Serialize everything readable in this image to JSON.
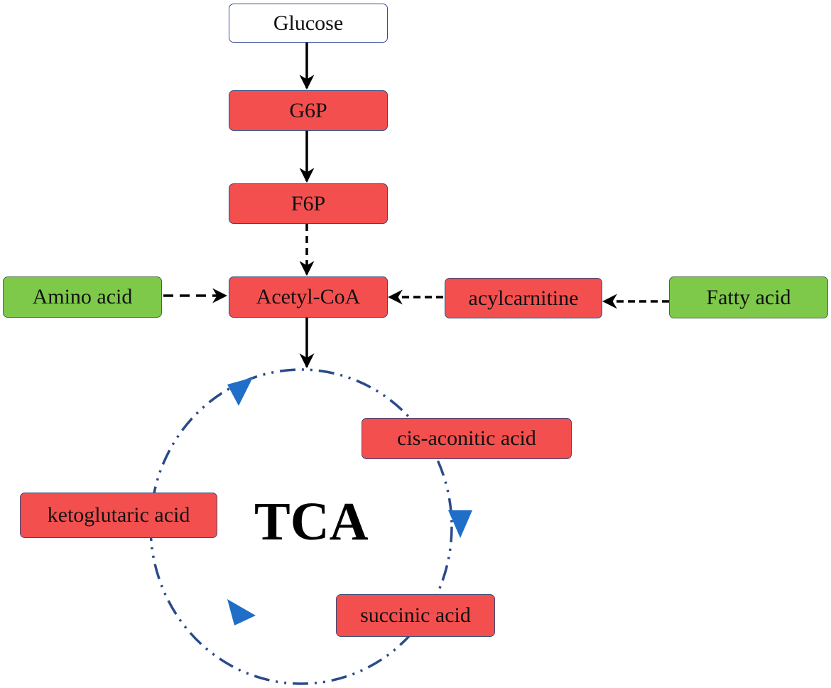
{
  "nodes": {
    "glucose": "Glucose",
    "g6p": "G6P",
    "f6p": "F6P",
    "acetyl_coa": "Acetyl-CoA",
    "amino_acid": "Amino acid",
    "acylcarnitine": "acylcarnitine",
    "fatty_acid": "Fatty acid",
    "cis_aconitic_acid": "cis-aconitic acid",
    "ketoglutaric_acid": "ketoglutaric acid",
    "succinic_acid": "succinic acid"
  },
  "cycle_label": "TCA",
  "colors": {
    "metabolite_fill": "#f44f4f",
    "source_fill": "#7ec94a",
    "start_fill": "#ffffff",
    "arrow": "#000000",
    "cycle_line": "#2a4a8a",
    "cycle_arrowhead": "#1f6fc8"
  },
  "edges": [
    {
      "from": "glucose",
      "to": "g6p",
      "style": "solid"
    },
    {
      "from": "g6p",
      "to": "f6p",
      "style": "solid"
    },
    {
      "from": "f6p",
      "to": "acetyl_coa",
      "style": "dashed"
    },
    {
      "from": "amino_acid",
      "to": "acetyl_coa",
      "style": "dashed"
    },
    {
      "from": "acylcarnitine",
      "to": "acetyl_coa",
      "style": "dashed"
    },
    {
      "from": "fatty_acid",
      "to": "acylcarnitine",
      "style": "dashed"
    },
    {
      "from": "acetyl_coa",
      "to": "tca_cycle",
      "style": "solid"
    }
  ]
}
